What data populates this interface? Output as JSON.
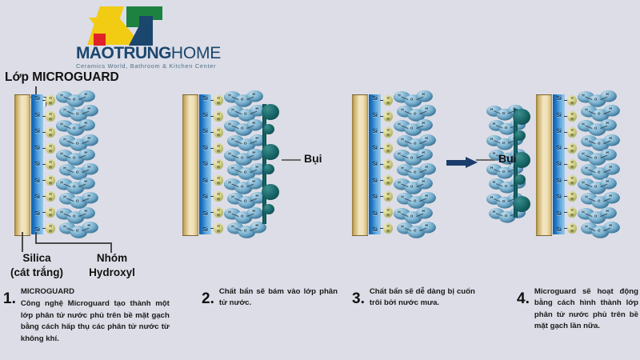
{
  "brand": {
    "name_bold": "MAOTRUNG",
    "name_light": "HOME",
    "tagline": "Ceramics World, Bathroom & Kitchen Center",
    "colors": {
      "yellow": "#f2cb13",
      "red": "#e02128",
      "green": "#1d8140",
      "navy": "#1b466e"
    }
  },
  "background_color": "#dcdde6",
  "top_label": "Lớp MICROGUARD",
  "callouts": {
    "silica": "Silica",
    "silica_sub": "(cát trắng)",
    "hydroxyl": "Nhóm",
    "hydroxyl_sub": "Hydroxyl"
  },
  "dust_label": "Bụi",
  "atoms": {
    "si": "Si",
    "oh_top": "O",
    "oh_bottom": "H",
    "h": "H",
    "o": "O"
  },
  "panels": [
    {
      "id": 1,
      "has_dust": false,
      "has_arrow": false,
      "has_detached": false
    },
    {
      "id": 2,
      "has_dust": true,
      "has_arrow": false,
      "has_detached": false
    },
    {
      "id": 3,
      "has_dust": false,
      "has_arrow": true,
      "has_detached": true
    },
    {
      "id": 4,
      "has_dust": false,
      "has_arrow": false,
      "has_detached": false
    }
  ],
  "steps": [
    {
      "number": "1.",
      "heading": "MICROGUARD",
      "text": "Công nghệ Microguard tạo thành một lớp phân tử nước phủ trên bề mặt gạch bằng cách hấp thụ các phân tử nước từ không khí."
    },
    {
      "number": "2.",
      "heading": "",
      "text": "Chất bẩn sẽ bám vào lớp phân tử nước."
    },
    {
      "number": "3.",
      "heading": "",
      "text": "Chất bẩn sẽ dễ dàng bị cuốn trôi bởi nước mưa."
    },
    {
      "number": "4.",
      "heading": "",
      "text": "Microguard sẽ hoạt động bằng cách hình thành lớp phân tử nước phủ trên bề mặt gạch lần nữa."
    }
  ]
}
